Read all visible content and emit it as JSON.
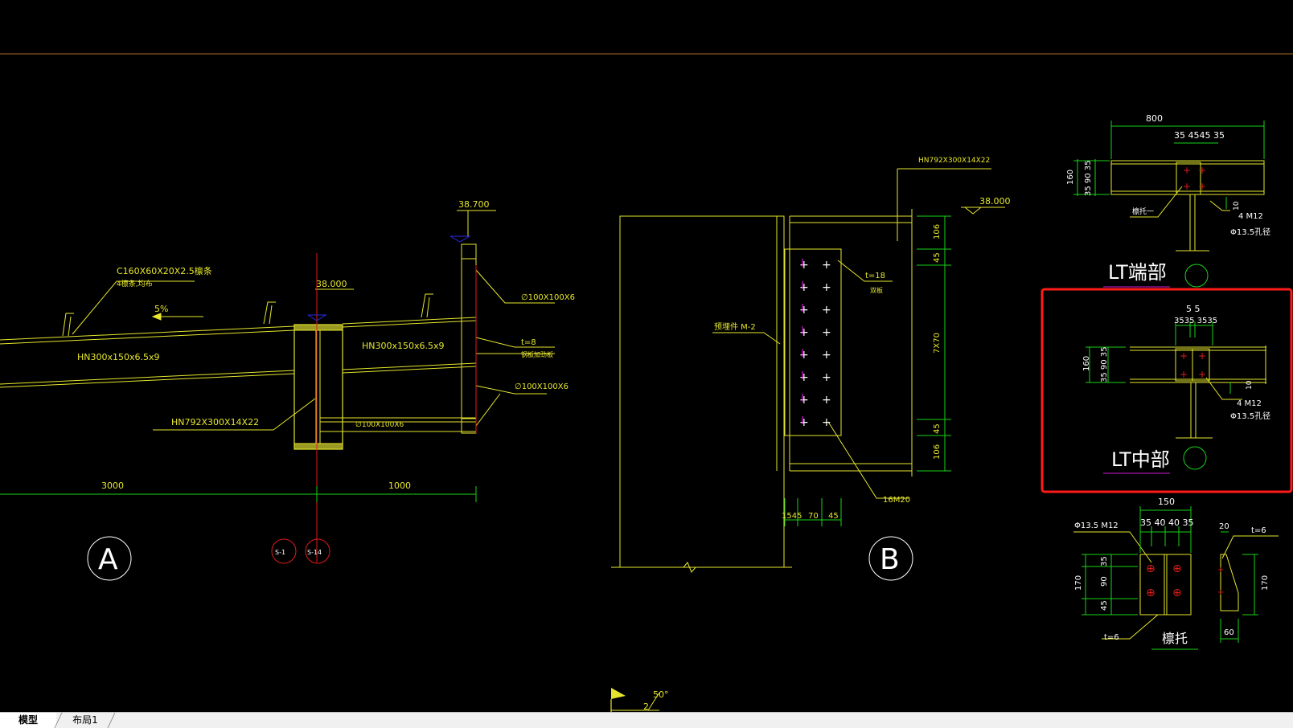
{
  "colors": {
    "background": "#000000",
    "yellow": "#e6e62e",
    "green": "#19d219",
    "red": "#e01b1b",
    "white": "#ffffff",
    "magenta": "#d01bd0",
    "blue": "#2a2ae0",
    "orange_line": "#8a5a1e",
    "highlight_box": "#ff1a1a"
  },
  "detail_a": {
    "purlin_label": "C160X60X20X2.5檩条",
    "purlin_note": "4檩条,均布",
    "slope": "5%",
    "elev_top": "38.700",
    "elev_mid": "38.000",
    "beam_left": "HN300x150x6.5x9",
    "beam_right": "HN300x150x6.5x9",
    "main_beam": "HN792X300X14X22",
    "angle_1": "∅100X100X6",
    "plate": "t=8",
    "plate_note": "钢板加劲板",
    "angle_2": "∅100X100X6",
    "angle_3": "∅100X100X6",
    "dim_left": "3000",
    "dim_right": "1000",
    "axis_1": "S-1",
    "axis_2": "S-14",
    "title": "A"
  },
  "detail_b": {
    "beam_label": "HN792X300X14X22",
    "elev": "38.000",
    "plate": "t=18",
    "plate_note": "双板",
    "embed": "预埋件 M-2",
    "dims_v": [
      "106",
      "45",
      "7X70",
      "45",
      "106"
    ],
    "dims_h": [
      "1545",
      "70",
      "45"
    ],
    "bolts": "16M20",
    "title": "B"
  },
  "lt_end": {
    "dim_total": "800",
    "dims_top": "35 4545 35",
    "dim_height": "160",
    "dims_side": "35 90 35",
    "dim_10": "10",
    "label_purlin": "檩托一",
    "bolts": "4 M12",
    "holes": "Φ13.5孔径",
    "title": "LT端部"
  },
  "lt_mid": {
    "dims_top1": "5 5",
    "dims_top2": "3535 3535",
    "dim_height": "160",
    "dims_side": "35 90 35",
    "dim_10": "10",
    "bolts": "4 M12",
    "holes": "Φ13.5孔径",
    "title": "LT中部"
  },
  "purlin_support": {
    "dim_total": "150",
    "dims_top": "35 40 40 35",
    "hole_label": "Φ13.5 M12",
    "dim_height": "170",
    "dims_side": [
      "35",
      "90",
      "45"
    ],
    "thickness": "t=6",
    "title": "檩托",
    "side_top": "20",
    "side_t": "t=6",
    "side_height": "170",
    "side_width": "60"
  },
  "ucs": {
    "angle": "50°",
    "label": "2"
  },
  "tabs": [
    {
      "label": "模型",
      "active": true
    },
    {
      "label": "布局1",
      "active": false
    }
  ]
}
